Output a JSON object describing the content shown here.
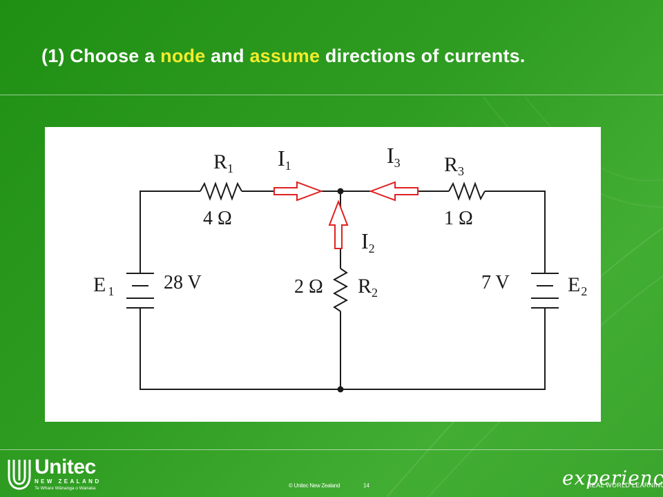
{
  "slide": {
    "title_parts": [
      "(1) Choose a ",
      "node",
      " and ",
      "assume",
      " directions of currents."
    ],
    "highlight_color": "#f2ec2c",
    "page_number": "14"
  },
  "circuit": {
    "r1_name": "R",
    "r1_sub": "1",
    "r1_value": "4 Ω",
    "r2_name": "R",
    "r2_sub": "2",
    "r2_value": "2 Ω",
    "r3_name": "R",
    "r3_sub": "3",
    "r3_value": "1 Ω",
    "e1_name": "E",
    "e1_sub": "1",
    "e1_value": "28 V",
    "e2_name": "E",
    "e2_sub": "2",
    "e2_value": "7 V",
    "i1_name": "I",
    "i1_sub": "1",
    "i2_name": "I",
    "i2_sub": "2",
    "i3_name": "I",
    "i3_sub": "3",
    "arrow_color": "#e02020"
  },
  "footer": {
    "logo_name": "Unitec",
    "logo_sub": "NEW ZEALAND",
    "logo_sub2": "Te Whare Wānanga o Wairaka",
    "copyright": "© Unitec New Zealand",
    "brand": "experience",
    "tagline": "REAL WORLD LEARNING"
  }
}
